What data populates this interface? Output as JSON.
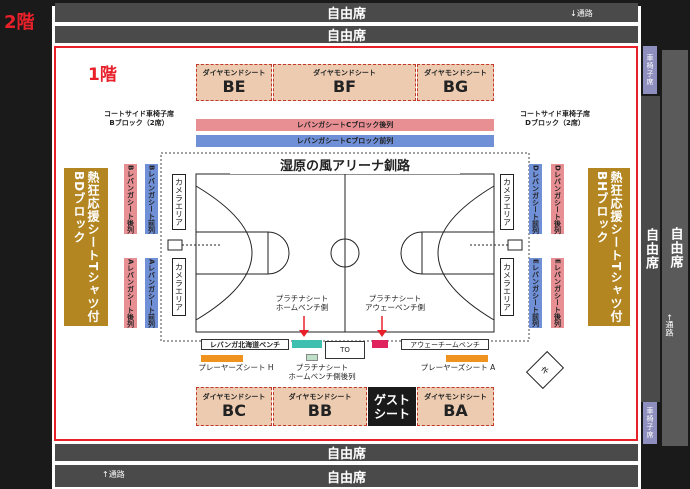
{
  "floor2_label": "2階",
  "floor1_label": "1階",
  "top_free_upper": "自由席",
  "top_free_lower": "自由席",
  "bottom_free_upper": "自由席",
  "bottom_free_lower": "自由席",
  "right_free_outer": "自由席",
  "right_free_inner": "自由席",
  "passage_top": "↓通路",
  "passage_bottom": "↑通路",
  "passage_right": "←通路",
  "wheelchair_top": "車椅子席",
  "wheelchair_bottom": "車椅子席",
  "arena_name": "湿原の風アリーナ釧路",
  "diamond_small": "ダイヤモンドシート",
  "top_sections": [
    "BE",
    "BF",
    "BG"
  ],
  "bottom_sections": [
    "BC",
    "BB",
    "BA"
  ],
  "guest_seat": "ゲスト\nシート",
  "courtside_left": "コートサイド車椅子席\nBブロック（2席）",
  "courtside_right": "コートサイド車椅子席\nDブロック（2席）",
  "levanga_c_back": "レバンガシートCブロック後列",
  "levanga_c_front": "レバンガシートCブロック前列",
  "left_vert": [
    "Bレバンガシート後列",
    "Bレバンガシート前列",
    "Aレバンガシート後列",
    "Aレバンガシート前列"
  ],
  "right_vert": [
    "Dレバンガシート前列",
    "Dレバンガシート後列",
    "Eレバンガシート前列",
    "Eレバンガシート後列"
  ],
  "gold_left": "熱狂応援シートTシャツ付\nBDブロック",
  "gold_right": "熱狂応援シートTシャツ付\nBHブロック",
  "camera_area": "カメラエリア",
  "platinum_home": "プラチナシート\nホームベンチ側",
  "platinum_away": "プラチナシート\nアウェーベンチ側",
  "platinum_home_back": "プラチナシート\nホームベンチ側後列",
  "home_bench": "レバンガ北海道ベンチ",
  "away_bench": "アウェーチームベンチ",
  "to_label": "TO",
  "players_h": "プレーヤーズシート H",
  "players_a": "プレーヤーズシート A",
  "corner_label": "ネ",
  "colors": {
    "red_border": "#e8202a",
    "diamond": "#eccbb0",
    "pink": "#e88f94",
    "blue": "#6f8fd6",
    "gold": "#b38622",
    "band": "#4a4a4a",
    "wheelchair": "#8f8fbf",
    "orange": "#f0921e"
  }
}
